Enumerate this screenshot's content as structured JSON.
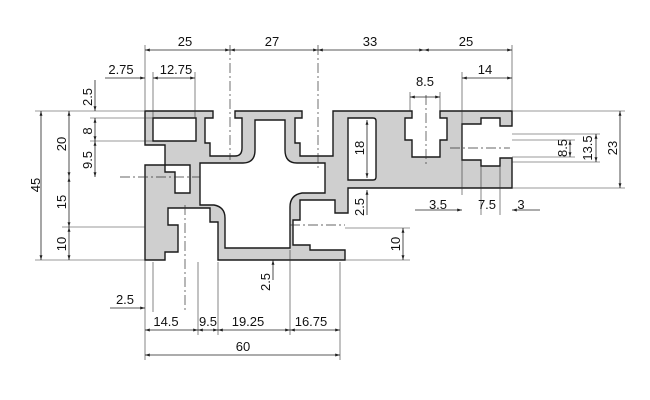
{
  "drawing": {
    "colors": {
      "profile_fill": "#cfcfcf",
      "line": "#1a1a1a"
    },
    "dims": {
      "top": [
        "25",
        "27",
        "33",
        "25"
      ],
      "top_left_1": "2.75",
      "top_left_2": "12.75",
      "slot_top_right": "8.5",
      "right_width": "14",
      "left_small": [
        "2.5",
        "8",
        "9.5"
      ],
      "left_mid": [
        "20",
        "15",
        "10"
      ],
      "overall_height": "45",
      "inner_height": "18",
      "inner_wall": "2.5",
      "lower_right_height": "10",
      "right_slot": [
        "8.5",
        "13.5",
        "23"
      ],
      "right_bottom": [
        "3.5",
        "7.5",
        "3"
      ],
      "bottom_wall": "2.5",
      "bottom_left_wall": "2.5",
      "bottom": [
        "14.5",
        "9.5",
        "19.25",
        "16.75"
      ],
      "overall_width": "60"
    }
  }
}
